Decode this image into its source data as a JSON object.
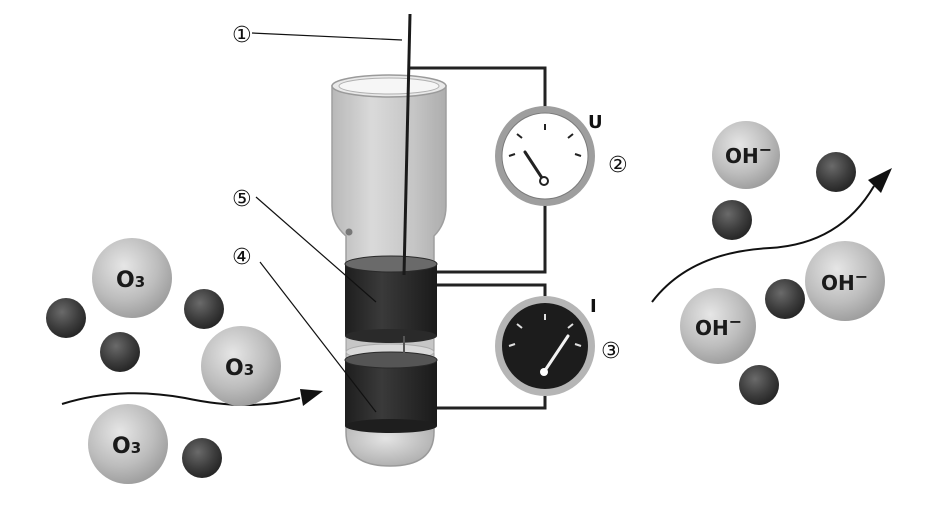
{
  "callouts": {
    "c1": "①",
    "c2": "②",
    "c3": "③",
    "c4": "④",
    "c5": "⑤"
  },
  "meters": {
    "voltage": {
      "symbol": "U",
      "face": "white"
    },
    "current": {
      "symbol": "I",
      "face": "black"
    }
  },
  "molecules": {
    "ozone_label_base": "O",
    "ozone_label_sub": "3",
    "hydroxide_label": "OH",
    "hydroxide_charge": "−"
  },
  "colors": {
    "molecule_light": "#bdbdbd",
    "molecule_dark": "#3c3c3c",
    "band": "#2a2a2a",
    "tube": "#c9c9c9"
  },
  "icons": {
    "flow_in": "curved-arrow-right",
    "flow_out": "curved-arrow-up-right"
  }
}
